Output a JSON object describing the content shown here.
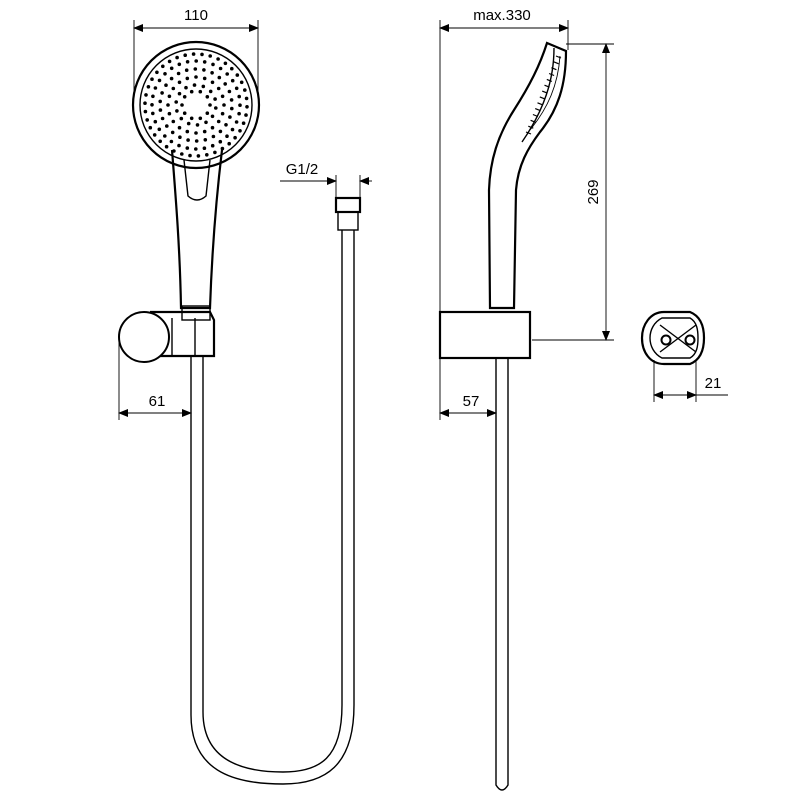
{
  "dimensions": {
    "head_diameter": "110",
    "connector_thread": "G1/2",
    "max_height": "max.330",
    "handset_length": "269",
    "holder_projection_front": "61",
    "holder_projection_side": "57",
    "bracket_depth": "21"
  },
  "colors": {
    "line": "#000000",
    "background": "#ffffff"
  }
}
